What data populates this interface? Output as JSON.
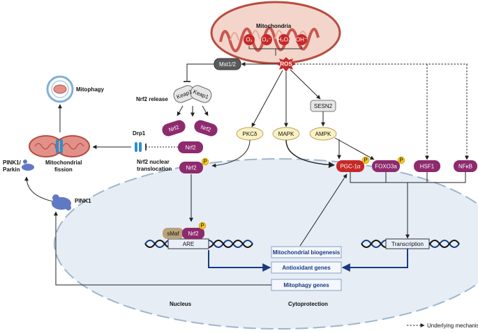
{
  "labels": {
    "mitochondria": "Mitochondria",
    "ros": "ROS",
    "o2_a": "O₂",
    "o2_b": "O₂⁻",
    "h2o2": "H₂O₂",
    "oh": "OH⁻",
    "mst": "Mst1/2",
    "nrf2_release": "Nrf2 release",
    "keap1_a": "Keap1",
    "keap1_b": "Keap1",
    "nrf2_a": "Nrf2",
    "nrf2_b": "Nrf2",
    "nrf2_c": "Nrf2",
    "nrf2_d": "Nrf2",
    "nrf2_e": "Nrf2",
    "nrf2_nuclear_1": "Nrf2 nuclear",
    "nrf2_nuclear_2": "translocation",
    "drp1": "Drp1",
    "mitophagy": "Mitophagy",
    "mito_fission_1": "Mitochondrial",
    "mito_fission_2": "fission",
    "pink1_parkin_1": "PINK1/",
    "pink1_parkin_2": "Parkin",
    "pink1": "PINK1",
    "pkc": "PKCδ",
    "mapk": "MAPK",
    "sesn2": "SESN2",
    "ampk": "AMPK",
    "pgc": "PGC-1α",
    "foxo": "FOXO3a",
    "hsf1": "HSF1",
    "nfkb": "NFκB",
    "p": "P",
    "smaf": "sMaf",
    "are": "ARE",
    "transcription": "Transcription",
    "mito_biogenesis": "Mitochondrial biogenesis",
    "antioxidant": "Antioxidant genes",
    "mitophagy_genes": "Mitophagy genes",
    "nucleus": "Nucleus",
    "cytoprotection": "Cytoprotection",
    "legend": "Underlying mechanism"
  },
  "colors": {
    "tf": "#8e2a6e",
    "pgc": "#c62828",
    "phospho": "#f5c518",
    "yellow_node": "#fbf2c4",
    "grey_node": "#e6e6e6",
    "dark_node": "#5a5a5a",
    "nucleus_fill": "#e6edf5",
    "arrow_blue": "#173a82",
    "mito": "#c9574e"
  }
}
